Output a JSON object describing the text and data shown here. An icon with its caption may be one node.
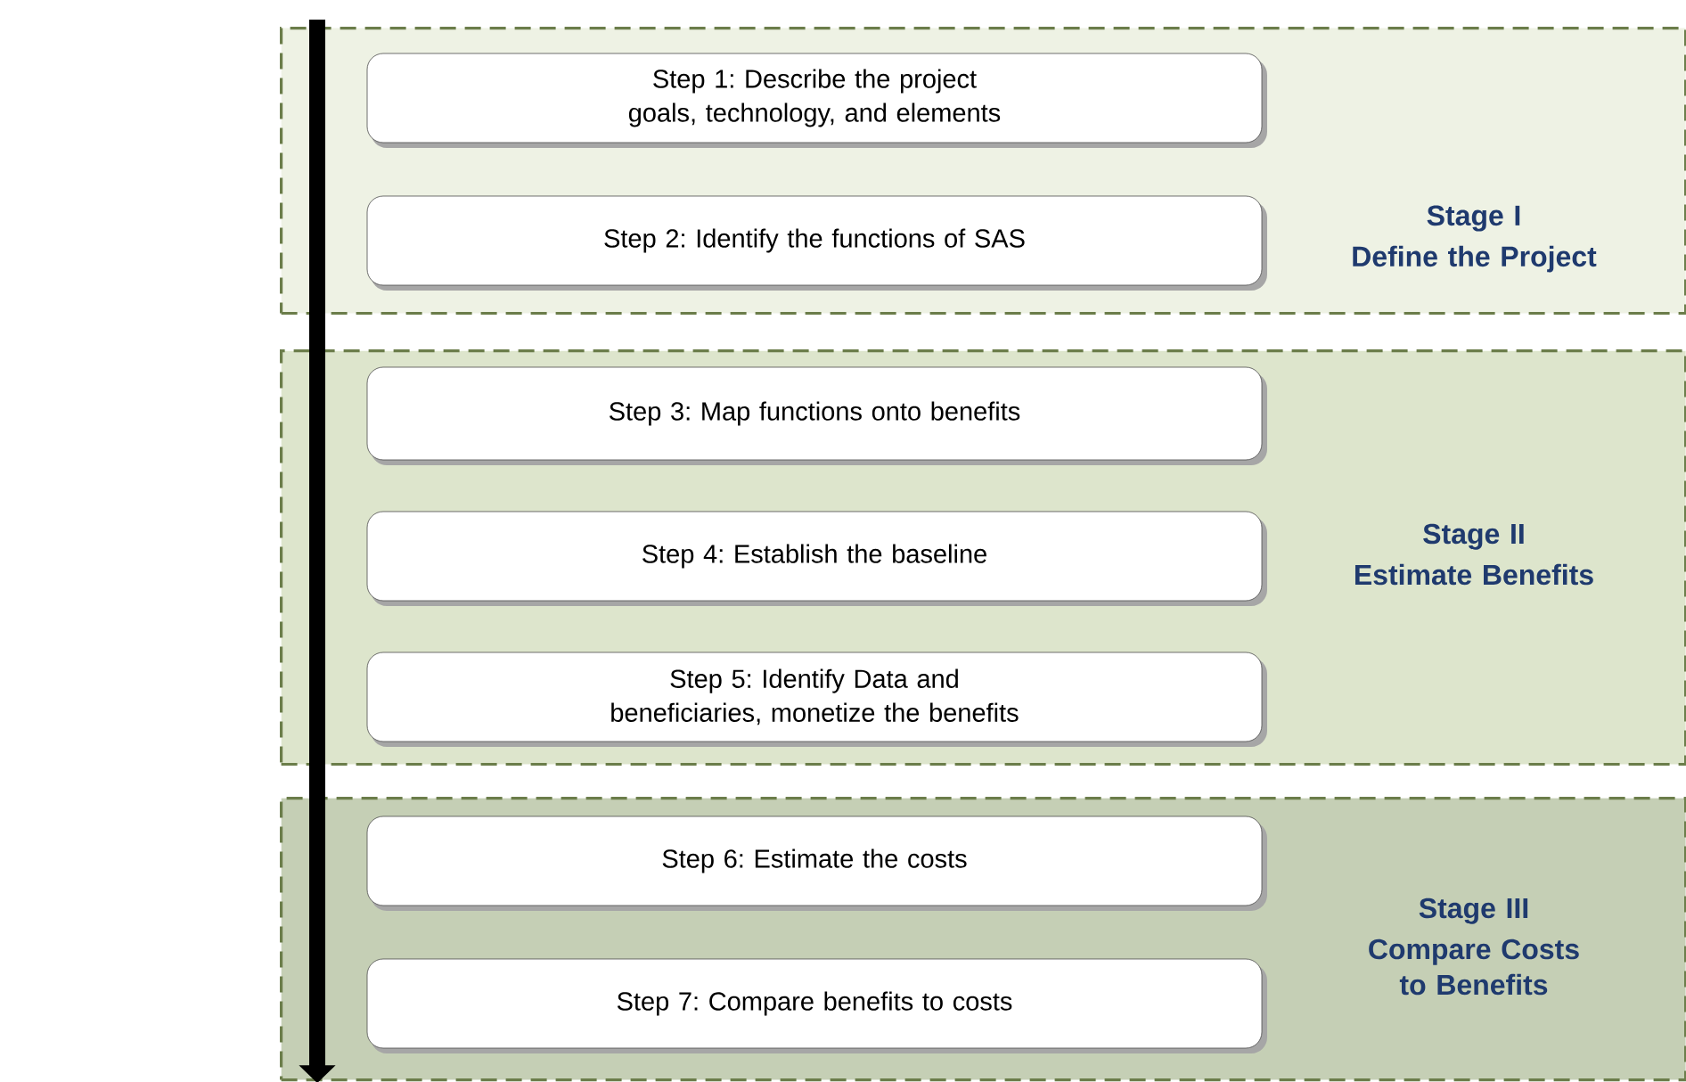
{
  "diagram": {
    "nodes": [
      {
        "text": [
          "Stage I",
          "Define the Project"
        ]
      },
      {
        "text": [
          "Step 1: Describe the project goals, technology, and elements"
        ],
        "in": 0
      },
      {
        "text": [
          "Step 2: Identify the functions of SAS"
        ],
        "in": 0
      },
      {
        "text": [
          "Stage II",
          "Estimate Benefits"
        ]
      },
      {
        "text": [
          "Step 3: Map functions onto benefits"
        ],
        "in": 3
      },
      {
        "text": [
          "Step 4: Establish the baseline"
        ],
        "in": 3
      },
      {
        "text": [
          "Step 5: Identify Data and beneficiaries, monetize the benefits"
        ],
        "in": 3
      },
      {
        "text": [
          "Stage III",
          "Compare Costs to Benefits"
        ]
      },
      {
        "text": [
          "Step 6: Estimate the costs"
        ],
        "in": 7
      },
      {
        "text": [
          "Step 7: Compare benefits to costs"
        ],
        "in": 7
      }
    ],
    "edges": [
      {
        "from": 0,
        "to": 7,
        "arrow": "to"
      }
    ]
  }
}
